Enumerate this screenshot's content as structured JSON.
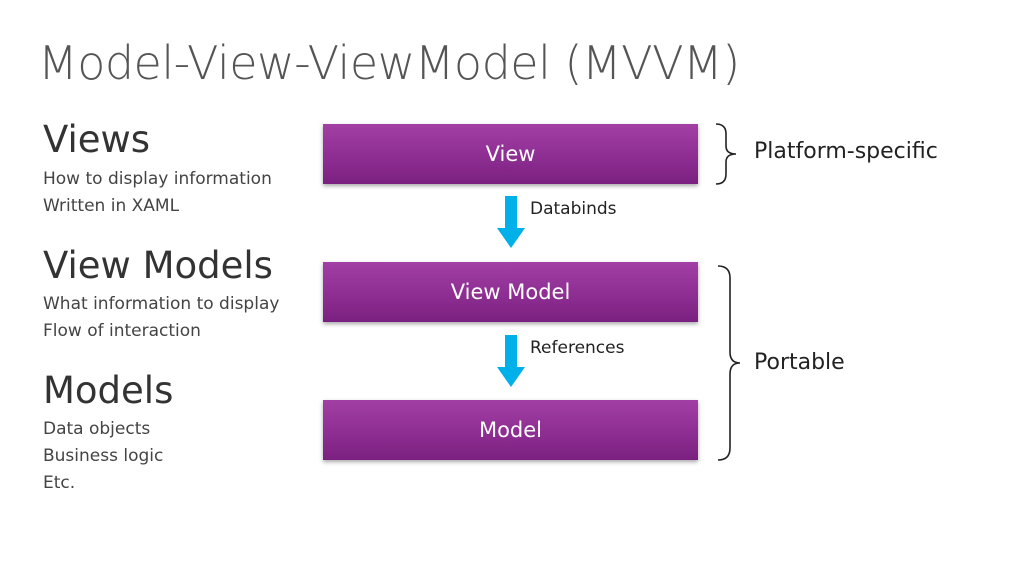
{
  "title": "Model-View-ViewModel (MVVM)",
  "sections": [
    {
      "heading": "Views",
      "lines": [
        "How to display information",
        "Written in XAML"
      ]
    },
    {
      "heading": "View Models",
      "lines": [
        "What information to display",
        "Flow of interaction"
      ]
    },
    {
      "heading": "Models",
      "lines": [
        "Data objects",
        "Business logic",
        "Etc."
      ]
    }
  ],
  "boxes": {
    "view": "View",
    "view_model": "View Model",
    "model": "Model"
  },
  "arrows": {
    "databinds": "Databinds",
    "references": "References"
  },
  "braces": {
    "platform_specific": "Platform-specific",
    "portable": "Portable"
  },
  "colors": {
    "box": "#9a3a9e",
    "arrow": "#00b0e8"
  }
}
